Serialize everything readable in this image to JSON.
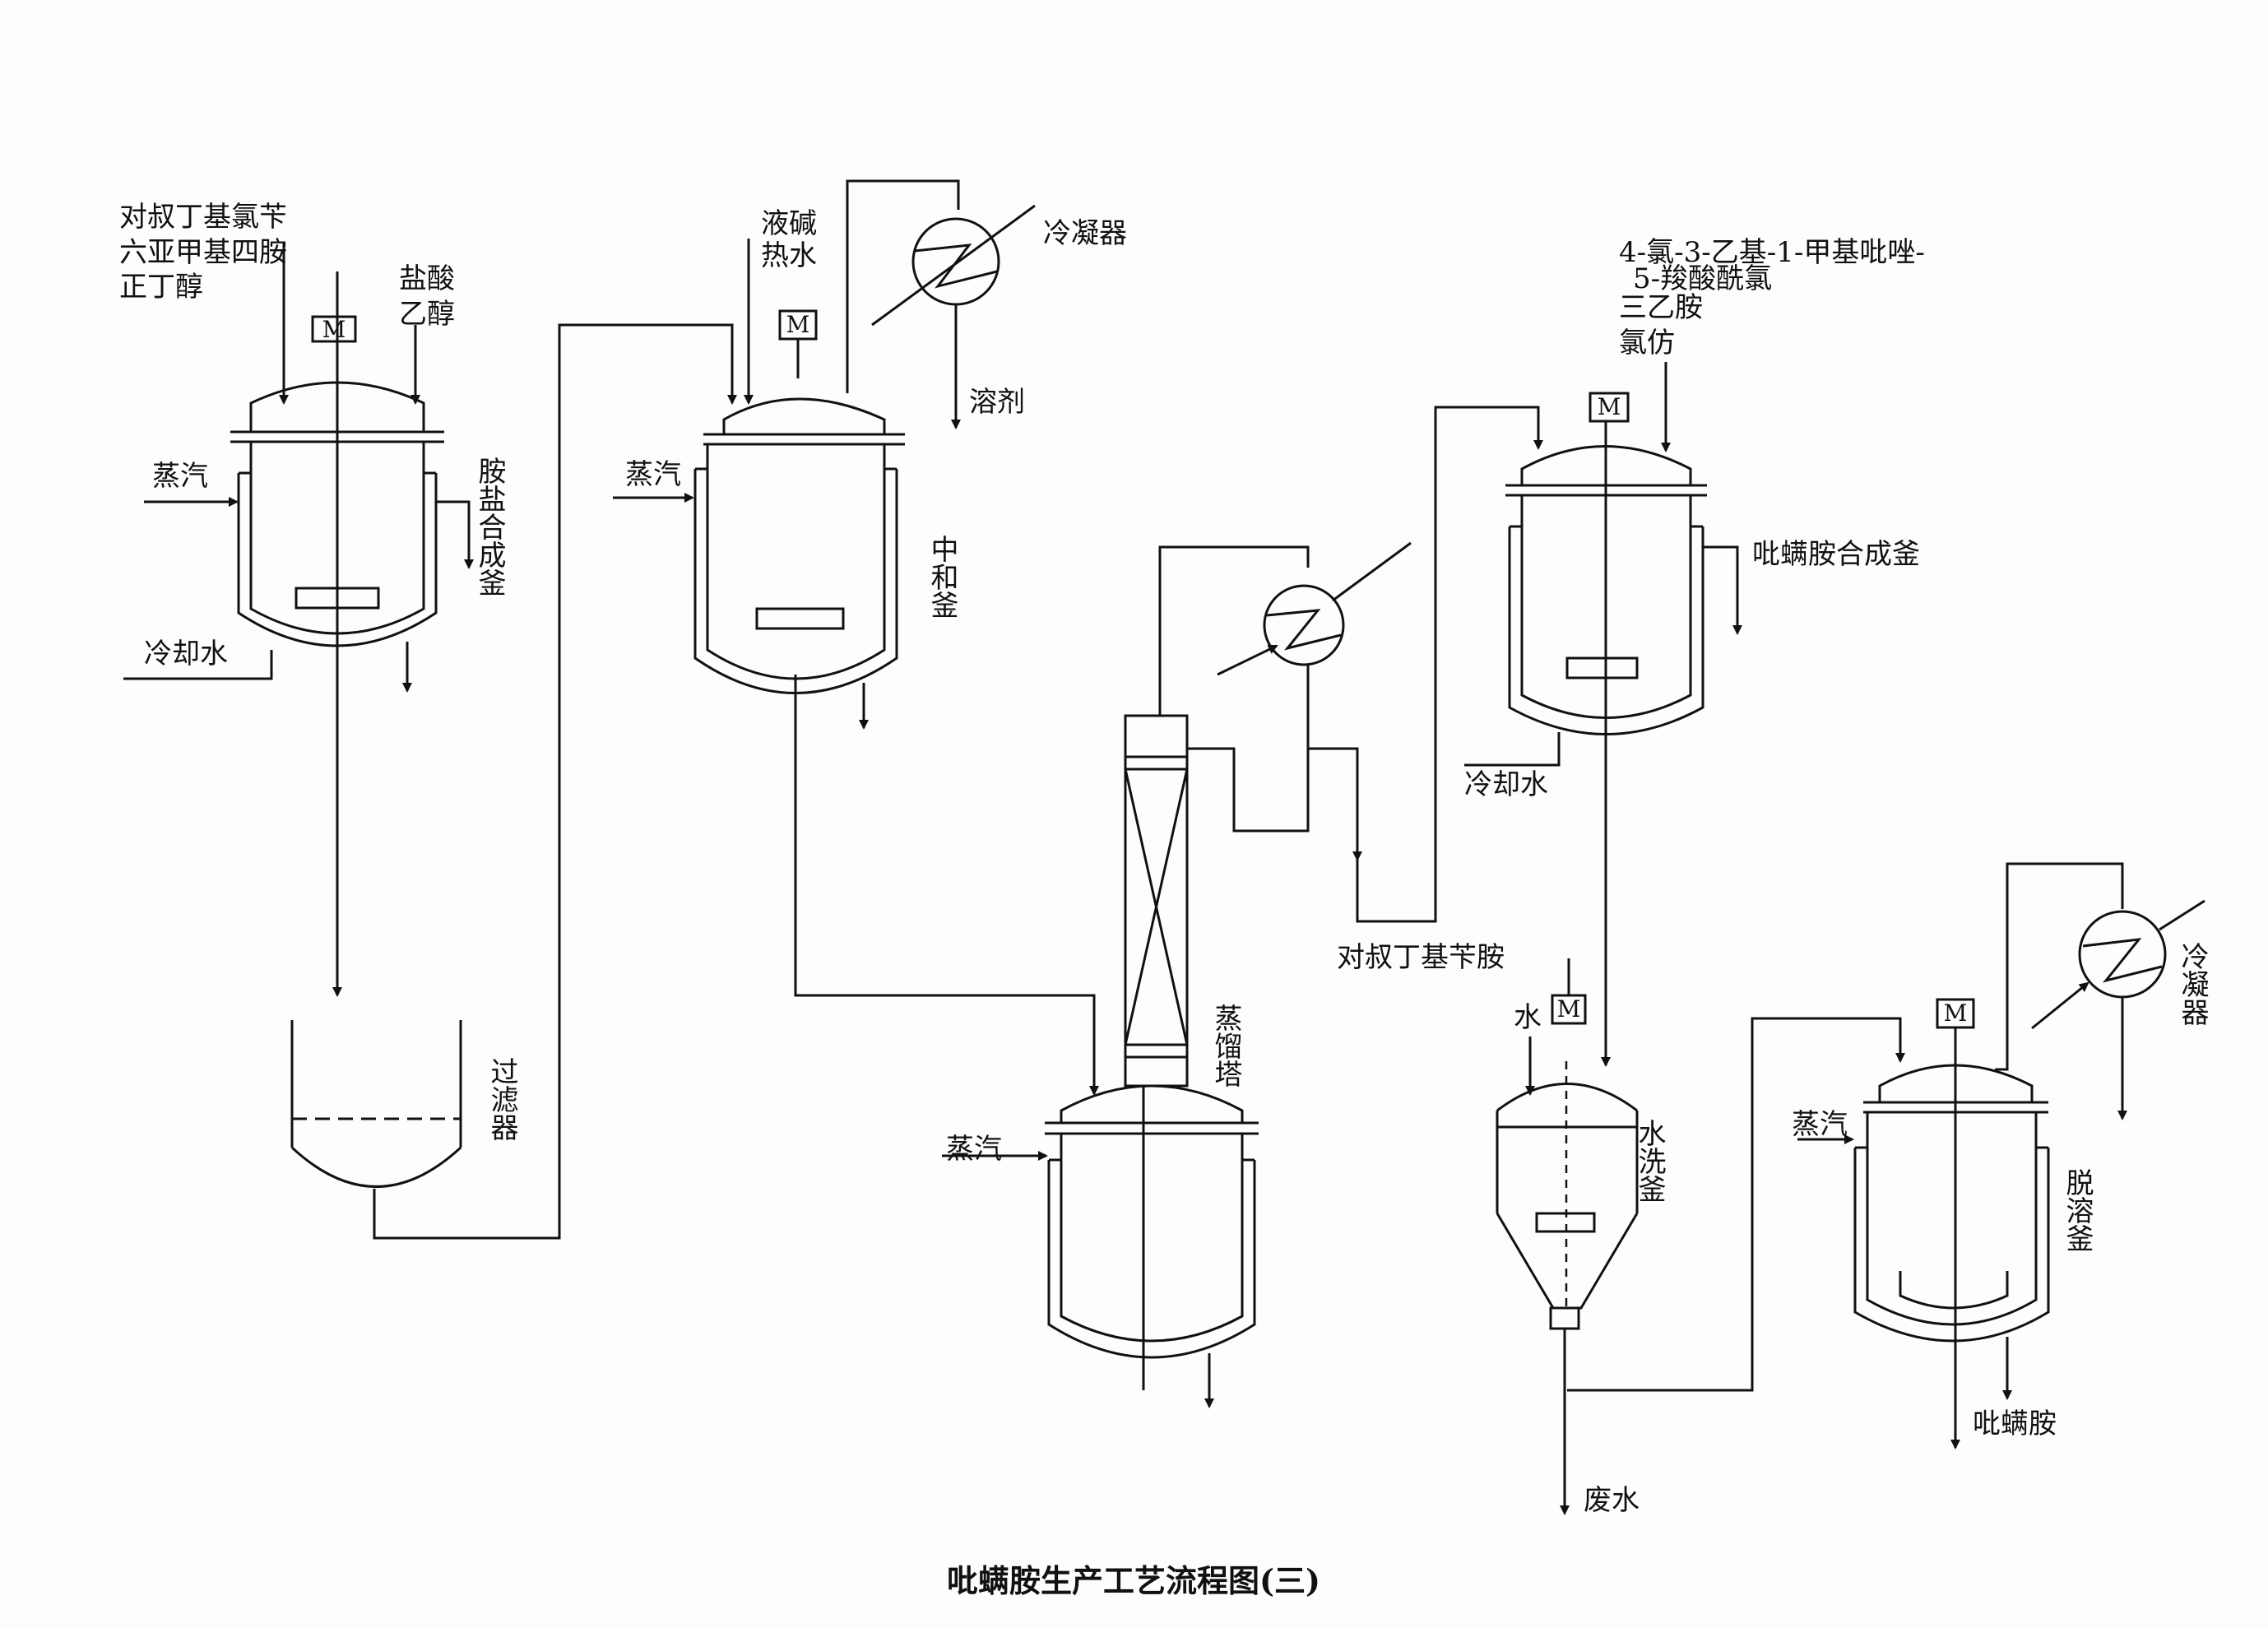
{
  "title": "吡螨胺生产工艺流程图(三)",
  "motor_label": "M",
  "equipment": {
    "amine_salt_reactor": "胺盐合成釜",
    "filter": "过滤器",
    "neutralizer": "中和釜",
    "condenser": "冷凝器",
    "distillation_tower": "蒸馏塔",
    "pyrimidifen_reactor": "吡螨胺合成釜",
    "wash_tank": "水洗釜",
    "desolvent_tank": "脱溶釜"
  },
  "streams": {
    "feed1_line1": "对叔丁基氯苄",
    "feed1_line2": "六亚甲基四胺",
    "feed1_line3": "正丁醇",
    "hcl": "盐酸",
    "ethanol": "乙醇",
    "steam": "蒸汽",
    "cooling_water": "冷却水",
    "liquid_alkali": "液碱",
    "hot_water": "热水",
    "solvent": "溶剂",
    "benzylamine": "对叔丁基苄胺",
    "acyl_chloride_line1": "4-氯-3-乙基-1-甲基吡唑-",
    "acyl_chloride_line2": "5-羧酸酰氯",
    "triethylamine": "三乙胺",
    "chloroform": "氯仿",
    "water": "水",
    "waste_water": "废水",
    "product": "吡螨胺"
  }
}
